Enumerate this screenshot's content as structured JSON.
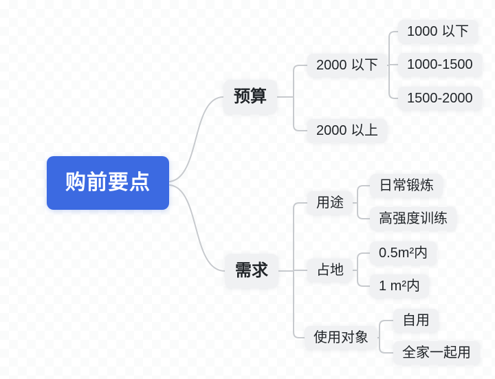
{
  "colors": {
    "root_bg": "#3c6ae1",
    "root_text": "#ffffff",
    "node_bg": "#f0f1f3",
    "node_text": "#212529",
    "connector": "#c7cace"
  },
  "mindmap": {
    "root": {
      "label": "购前要点"
    },
    "branches": [
      {
        "label": "预算",
        "children": [
          {
            "label": "2000 以下",
            "children": [
              {
                "label": "1000 以下"
              },
              {
                "label": "1000-1500"
              },
              {
                "label": "1500-2000"
              }
            ]
          },
          {
            "label": "2000 以上",
            "children": []
          }
        ]
      },
      {
        "label": "需求",
        "children": [
          {
            "label": "用途",
            "children": [
              {
                "label": "日常锻炼"
              },
              {
                "label": "高强度训练"
              }
            ]
          },
          {
            "label": "占地",
            "children": [
              {
                "label": "0.5m²内"
              },
              {
                "label": "1 m²内"
              }
            ]
          },
          {
            "label": "使用对象",
            "children": [
              {
                "label": "自用"
              },
              {
                "label": "全家一起用"
              }
            ]
          }
        ]
      }
    ]
  }
}
